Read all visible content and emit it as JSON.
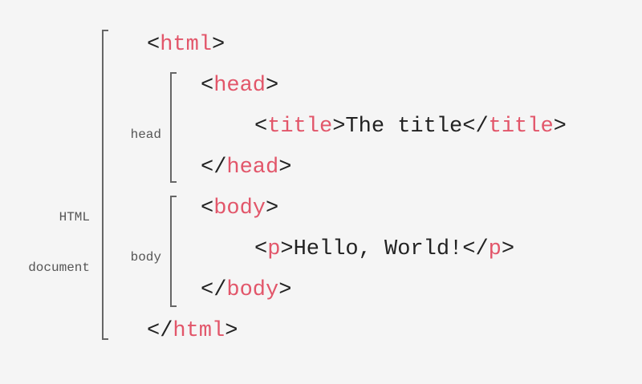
{
  "labels": {
    "html_doc_1": "HTML",
    "html_doc_2": "document",
    "head": "head",
    "body": "body"
  },
  "code": [
    {
      "p1": "<",
      "tag": "html",
      "p2": ">",
      "text": ""
    },
    {
      "p1": "<",
      "tag": "head",
      "p2": ">",
      "text": ""
    },
    {
      "p1": "<",
      "tag": "title",
      "p2": ">",
      "text": "The title",
      "p3": "</",
      "tag2": "title",
      "p4": ">"
    },
    {
      "p1": "</",
      "tag": "head",
      "p2": ">"
    },
    {
      "p1": "<",
      "tag": "body",
      "p2": ">"
    },
    {
      "p1": "<",
      "tag": "p",
      "p2": ">",
      "text": "Hello, World!",
      "p3": "</",
      "tag2": "p",
      "p4": ">"
    },
    {
      "p1": "</",
      "tag": "body",
      "p2": ">"
    },
    {
      "p1": "</",
      "tag": "html",
      "p2": ">"
    }
  ],
  "colors": {
    "tag": "#e2566a",
    "text": "#222222",
    "bracket": "#666666",
    "background": "#f5f5f5"
  }
}
